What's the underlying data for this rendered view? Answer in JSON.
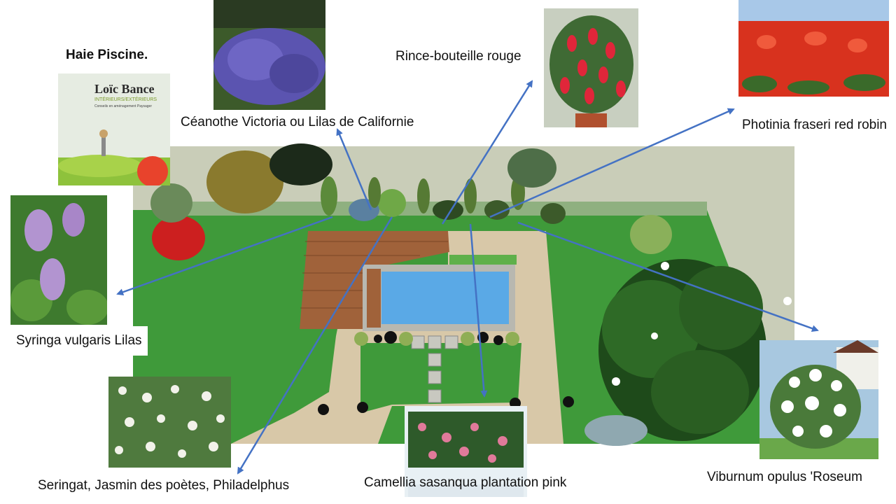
{
  "title": "Haie Piscine.",
  "logo": {
    "name": "Loïc Bance",
    "subtitle": "INTÉRIEURS/EXTÉRIEURS",
    "tagline": "Conseils en aménagement Paysager"
  },
  "plants": [
    {
      "id": "ceanothe",
      "label": "Céanothe Victoria ou Lilas de Californie"
    },
    {
      "id": "rince",
      "label": "Rince-bouteille rouge"
    },
    {
      "id": "photinia",
      "label": "Photinia fraseri red robin"
    },
    {
      "id": "syringa",
      "label": "Syringa vulgaris Lilas"
    },
    {
      "id": "seringat",
      "label": "Seringat, Jasmin des poètes, Philadelphus"
    },
    {
      "id": "camellia",
      "label": "Camellia sasanqua plantation pink"
    },
    {
      "id": "viburnum",
      "label": "Viburnum opulus 'Roseum"
    }
  ],
  "colors": {
    "arrow": "#4472c4",
    "lawn": "#3f9a3a",
    "water": "#5aa9e6",
    "deck": "#a0623a",
    "gravel": "#d8c8a8"
  }
}
